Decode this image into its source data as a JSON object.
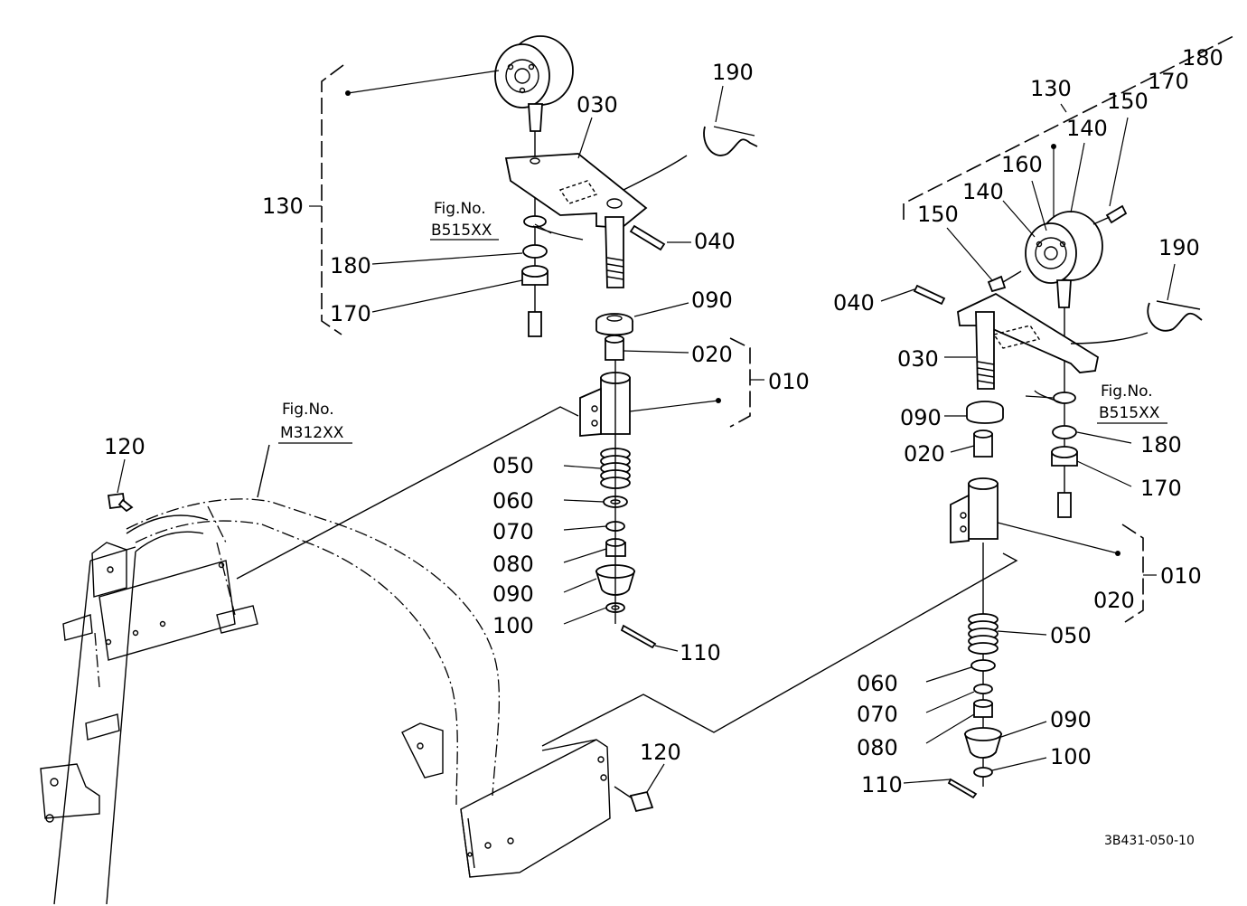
{
  "labels": {
    "l_130a": "130",
    "l_180a": "180",
    "l_170a": "170",
    "l_030a": "030",
    "l_190a": "190",
    "l_040a": "040",
    "l_090a": "090",
    "l_020a": "020",
    "l_010a": "010",
    "l_050a": "050",
    "l_060a": "060",
    "l_070a": "070",
    "l_080a": "080",
    "l_090b": "090",
    "l_100a": "100",
    "l_110a": "110",
    "l_120a": "120",
    "l_120b": "120",
    "l_180b": "180",
    "l_170b": "170",
    "l_130b": "130",
    "l_150a": "150",
    "l_140a": "140",
    "l_160a": "160",
    "l_140b": "140",
    "l_150b": "150",
    "l_190b": "190",
    "l_040b": "040",
    "l_030b": "030",
    "l_090c": "090",
    "l_020b": "020",
    "l_180c": "180",
    "l_170c": "170",
    "l_010b": "010",
    "l_020c": "020",
    "l_050b": "050",
    "l_060b": "060",
    "l_070b": "070",
    "l_080b": "080",
    "l_090d": "090",
    "l_100b": "100",
    "l_110b": "110"
  },
  "refs": {
    "fig_word": "Fig.No.",
    "ref_b515_left": "B515XX",
    "ref_m312": "M312XX",
    "ref_b515_right": "B515XX"
  },
  "diagram_code": "3B431-050-10"
}
